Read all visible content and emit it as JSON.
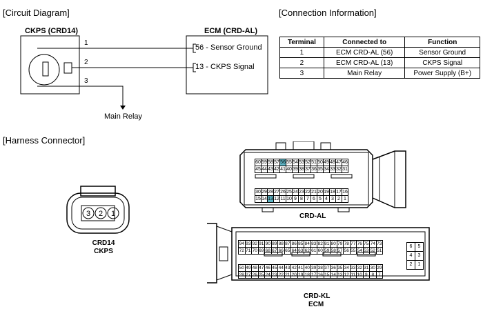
{
  "circuit": {
    "title": "[Circuit Diagram]",
    "sensor_label": "CKPS (CRD14)",
    "ecm_label": "ECM (CRD-AL)",
    "wires": [
      {
        "num": "1",
        "ecm_text": "56 - Sensor Ground"
      },
      {
        "num": "2",
        "ecm_text": "13 - CKPS Signal"
      },
      {
        "num": "3"
      }
    ],
    "main_relay": "Main Relay"
  },
  "connection": {
    "title": "[Connection Information]",
    "headers": [
      "Terminal",
      "Connected to",
      "Function"
    ],
    "rows": [
      [
        "1",
        "ECM CRD-AL (56)",
        "Sensor Ground"
      ],
      [
        "2",
        "ECM CRD-AL (13)",
        "CKPS Signal"
      ],
      [
        "3",
        "Main Relay",
        "Power Supply (B+)"
      ]
    ]
  },
  "harness": {
    "title": "[Harness Connector]",
    "crd14": {
      "pins": [
        "3",
        "2",
        "1"
      ],
      "label1": "CRD14",
      "label2": "CKPS"
    },
    "crd_al": {
      "label": "CRD-AL",
      "row1": [
        "60",
        "59",
        "58",
        "57",
        "56",
        "55",
        "54",
        "53",
        "52",
        "51",
        "50",
        "49",
        "48",
        "47",
        "46"
      ],
      "row2": [
        "45",
        "44",
        "43",
        "42",
        "41",
        "40",
        "39",
        "38",
        "37",
        "36",
        "35",
        "34",
        "33",
        "32",
        "31"
      ],
      "row3": [
        "30",
        "29",
        "28",
        "27",
        "26",
        "25",
        "24",
        "23",
        "22",
        "21",
        "20",
        "19",
        "18",
        "17",
        "16"
      ],
      "row4": [
        "15",
        "14",
        "13",
        "12",
        "11",
        "10",
        "9",
        "8",
        "7",
        "6",
        "5",
        "4",
        "3",
        "2",
        "1"
      ],
      "highlight": [
        "56",
        "13"
      ],
      "highlight_color": "#5fb6c6"
    },
    "crd_kl": {
      "label1": "CRD-KL",
      "label2": "ECM",
      "row1": [
        "94",
        "93",
        "92",
        "91",
        "90",
        "89",
        "88",
        "87",
        "86",
        "85",
        "84",
        "83",
        "82",
        "81",
        "80",
        "79",
        "78",
        "77",
        "76",
        "75",
        "74",
        "73"
      ],
      "row2": [
        "72",
        "71",
        "70",
        "69",
        "68",
        "67",
        "66",
        "65",
        "64",
        "63",
        "62",
        "61",
        "60",
        "59",
        "58",
        "57",
        "56",
        "55",
        "54",
        "53",
        "52",
        "51"
      ],
      "row3": [
        "50",
        "49",
        "48",
        "47",
        "46",
        "45",
        "44",
        "43",
        "42",
        "41",
        "40",
        "39",
        "38",
        "37",
        "36",
        "35",
        "34",
        "33",
        "32",
        "31",
        "30",
        "29"
      ],
      "row4": [
        "28",
        "27",
        "26",
        "25",
        "24",
        "23",
        "22",
        "21",
        "20",
        "19",
        "18",
        "17",
        "16",
        "15",
        "14",
        "13",
        "12",
        "11",
        "10",
        "9",
        "8",
        "7"
      ],
      "side": [
        [
          "6",
          "5"
        ],
        [
          "4",
          "3"
        ],
        [
          "2",
          "1"
        ]
      ]
    }
  }
}
